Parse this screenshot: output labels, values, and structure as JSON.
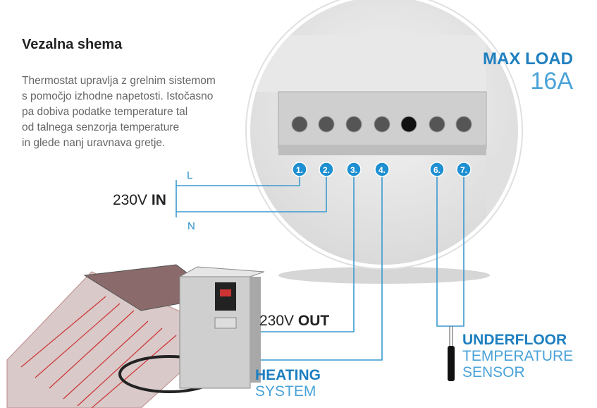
{
  "title": "Vezalna shema",
  "description": [
    "Thermostat upravlja z grelnim sistemom",
    "s pomočjo izhodne napetosti. Istočasno",
    "pa dobiva podatke temperature tal",
    "od talnega senzorja temperature",
    "in glede nanj uravnava gretje."
  ],
  "max_load": {
    "label": "MAX LOAD",
    "value": "16A"
  },
  "terminals": [
    "1.",
    "2.",
    "3.",
    "4.",
    "6.",
    "7."
  ],
  "input": {
    "voltage": "230V",
    "label": "IN",
    "line": "L",
    "neutral": "N"
  },
  "output": {
    "voltage": "230V",
    "label": "OUT"
  },
  "heating": {
    "line1": "HEATING",
    "line2": "SYSTEM"
  },
  "sensor": {
    "line1": "UNDERFLOOR",
    "line2": "TEMPERATURE",
    "line3": "SENSOR"
  },
  "colors": {
    "accent": "#2a8fc9",
    "wire": "#3a9ad0"
  }
}
